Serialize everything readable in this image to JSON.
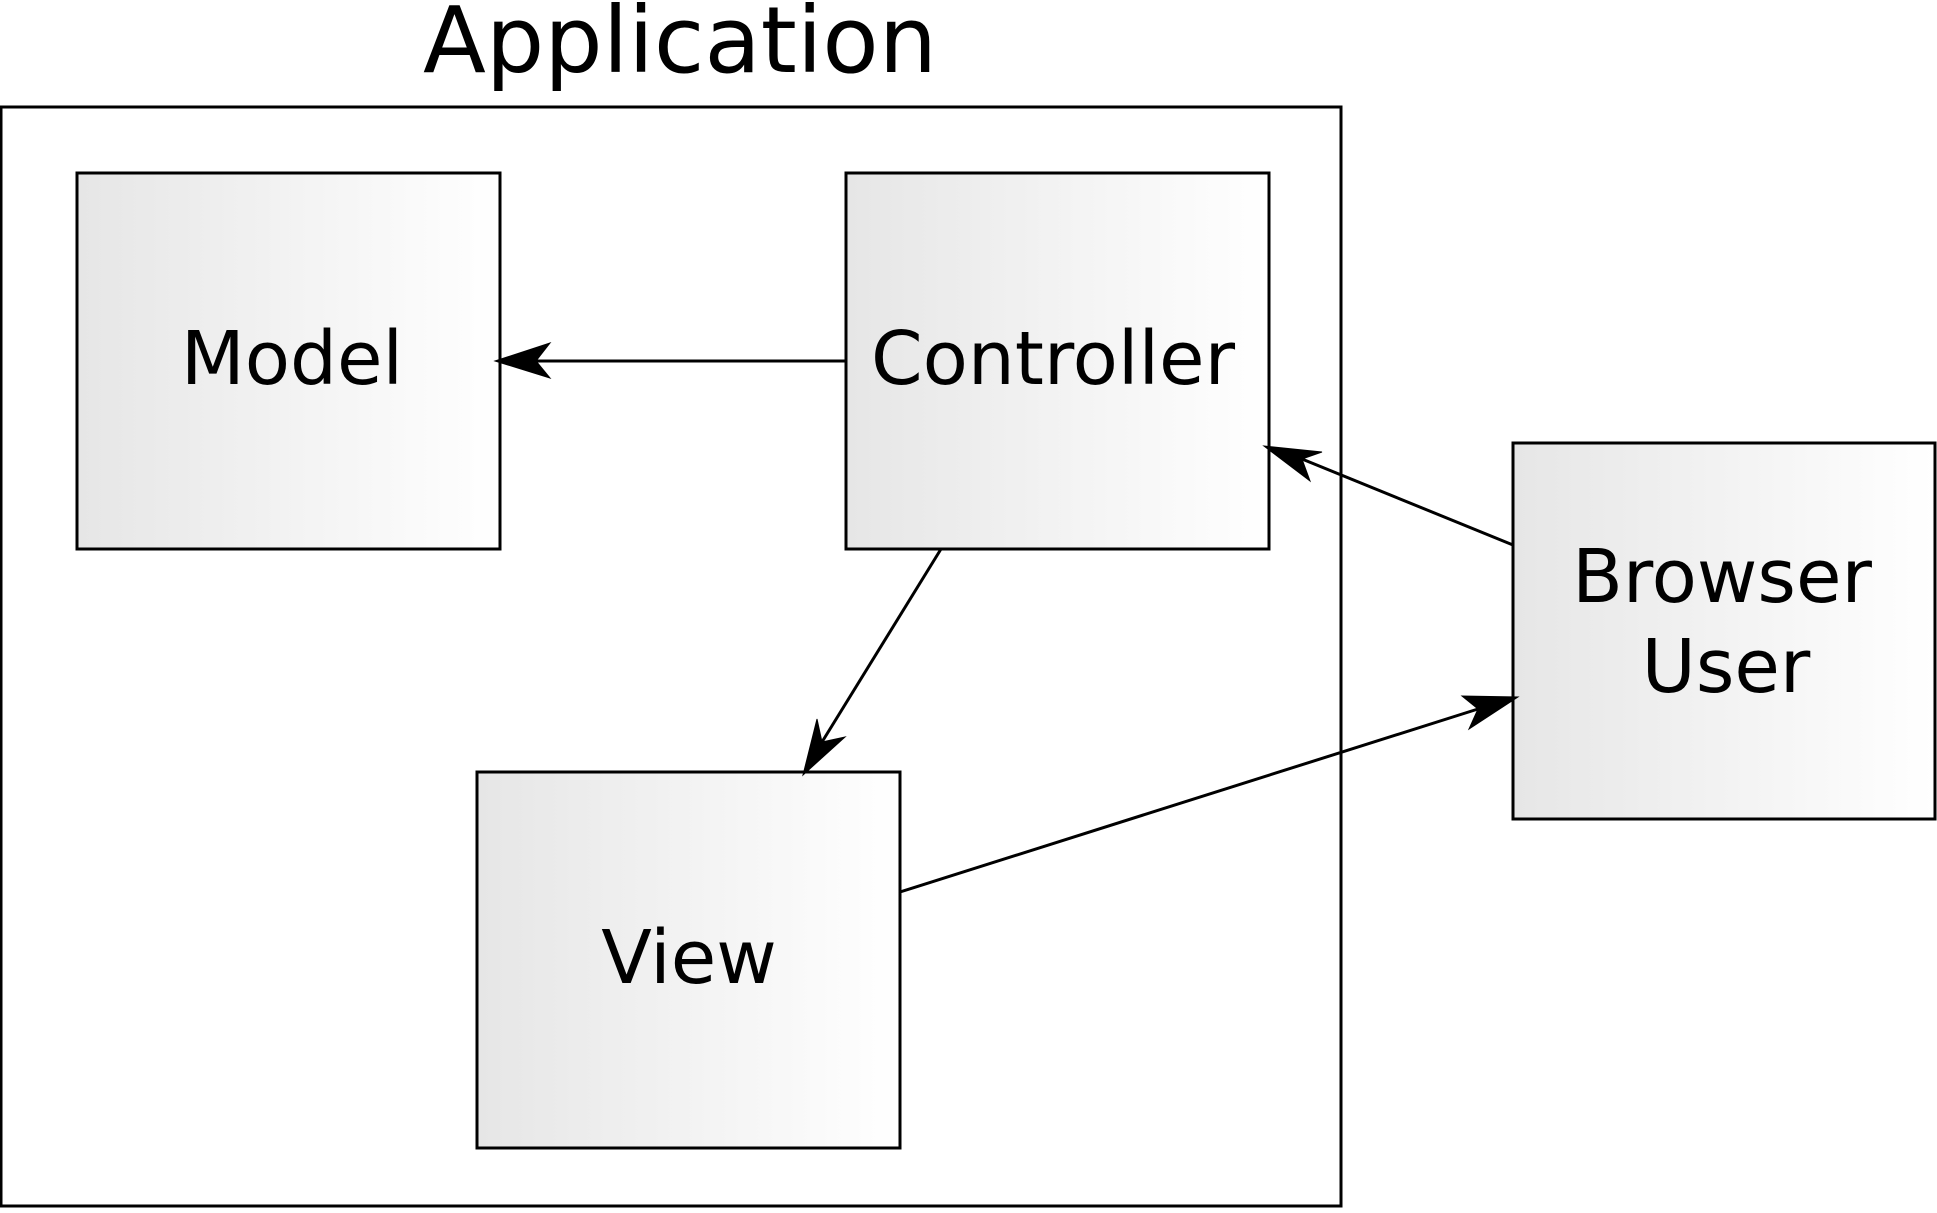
{
  "diagram": {
    "title": "Application",
    "boxes": {
      "model": {
        "label": "Model"
      },
      "controller": {
        "label": "Controller"
      },
      "view": {
        "label": "View"
      },
      "browser_user": {
        "line1": "Browser",
        "line2": "User"
      }
    },
    "colors": {
      "stroke": "#000000",
      "box_fill_start": "#e6e6e6",
      "box_fill_end": "#ffffff",
      "background": "#ffffff"
    }
  }
}
